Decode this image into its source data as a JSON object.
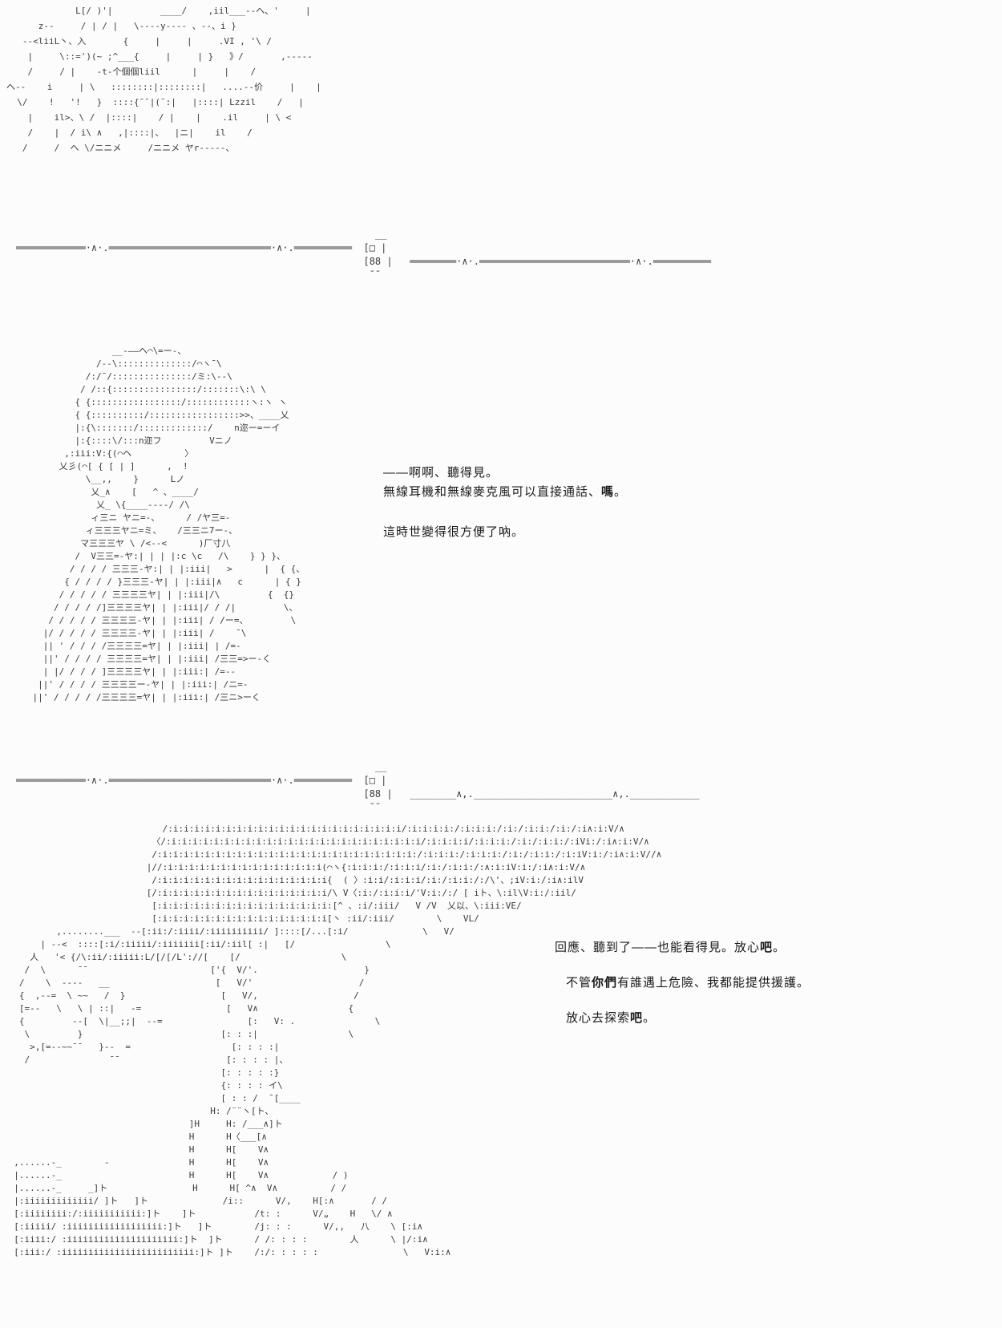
{
  "page": {
    "background": "#fcfcfc",
    "ink": "#3a3a3a",
    "dialogue_ink": "#1a1a1a"
  },
  "ascii": {
    "top_fragment": [
      "             L[/ )'|         ____/    ,iil___--ヘ、'     |",
      "      z--     / | / |   \\----y---- 、--、i }",
      "   --<liiL丶、入       {     |     |     .VI , '\\ /",
      "    |     \\::=')(~ ;^___{     |     | }   》/       ,-----",
      "    /     / |    -t-个個個liil      |     |    /",
      "ヘ--    i     | \\   ::::::::|::::::::|   ....--价     |    |",
      "  \\/    !   '!   }  ::::{¯¯|(¯:|   |::::| Lzzil    /   |",
      "    |    il>、\\ /  |::::|    / |    |    .il     | \\ <",
      "    /    |  / i\\ ∧   ,|::::|、  |ニ|    il    /",
      "   /     /  ヘ \\/ニニメ     /ニニメ ヤr-----、"
    ],
    "divider_top": [
      "                                                              __",
      "════════════·∧·.════════════════════════════·∧·.══════════  [□ |",
      "                                                            [88 |   ════════·∧·.══════════════════════════·∧·.══════════",
      "                                                             ¯¯"
    ],
    "character_one": [
      "                   __-――ヘ⌒\\=ー-、",
      "                /--\\::::::::::::::/⌒ヽ¯\\",
      "              /:/¯/:::::::::::::::/ミ:\\--\\",
      "             / /::{::::::::::::::::/:::::::\\:\\ \\",
      "            { {:::::::::::::::::/::::::::::::ヽ:ヽ ヽ",
      "            { {::::::::::/:::::::::::::::::>>、____乂",
      "            |:{\\:::::::/:::::::::::::/    n迩ー=ーイ",
      "            |:{::::\\/:::n迩フ         Vニノ",
      "          ,:iii:V:{(⌒ヘ          〉",
      "         乂彡(⌒[ { [ | ]      ,  !",
      "              \\__,,    }      Lノ",
      "               乂_∧    [   ^ 、____/",
      "                乂_ \\{____----/ /\\",
      "               ィ三ニ ヤニ=-、     / /ヤ三=-",
      "              ィ三三三ヤニ=ミ、   /三三ニ7ー-、",
      "             マ三三三ヤ \\ /<--<      )厂寸八",
      "            /  V三三=-ヤ:| | | |:c \\c   /\\    } } }、",
      "           / / / / 三三三-ヤ:| | |:iii|   >      |  { {、",
      "          { / / / / }三三三-ヤ| | |:iii|∧   c      | { }",
      "         / / / / / 三三三三ヤ| | |:iii|/\\         {  {}",
      "        / / / / /]三三三三ヤ| | |:iii|/ / /|         \\、",
      "       / / / / / 三三三三-ヤ| | |:iii| / /ー=、        \\",
      "      |/ / / / / 三三三三-ヤ| | |:iii| /    ¯\\",
      "      || ' / / / /三三三三=ヤ| | |:iii| | /=-",
      "      ||' / / / / 三三三三=ヤ| | |:iii| /三三=>ー-く",
      "      | |/ / / / ]三三三三ヤ| | |:iii:| /=--",
      "     ||' / / / / 三三三三ー-ヤ| | |:iii:| /ニ=-",
      "    ||' / / / / /三三三三=ヤ| | |:iii:| /三ニ>ーく"
    ],
    "divider_mid": [
      "                                                              __",
      "════════════·∧·.════════════════════════════·∧·.══════════  [□ |",
      "                                                            [88 |   ________∧,.________________________∧,.____________",
      "                                                             ¯¯"
    ],
    "character_two": [
      "                              /:i:i:i:i:i:i:i:i:i:i:i:i:i:i:i:i:i:i:i:i:i:i/:i:i:i:i:/:i:i:i:/:i:/:i:i:/:i:/:i∧:i:V/∧",
      "                            〈/:i:i:i:i:i:i:i:i:i:i:i:i:i:i:i:i:i:i:i:i:i:i:i:i/:i:i:i:i/:i:i:i:/:i:/:i:i:/:iVi:/:i∧:i:V/∧",
      "                            /:i:i:i:i:i:i:i:i:i:i:i:i:i:i:i:i:i:i:i:i:i:i:i:i:/:i:i:i:/:i:i:i:/:i:/:i:i:/:i:iV:i:/:i∧:i:V//∧",
      "                           |//:i:i:i:i:i:i:i:i:i:i:i:i:i:i:i(⌒ヽ{:i:i:i:/:i:i:i/:i:/:i:i:/:∧:i:iV:i:/:i∧:i:V/∧",
      "                            /:i:i:i:i:i:i:i:i:i:i:i:i:i:i:i:i{  ( 〉:i:i/:i:i:i/:i:/:i:i:/:/\\'、;iV:i:/:i∧:ilV",
      "                           [/:i:i:i:i:i:i:i:i:i:i:i:i:i:i:i:i/\\ V〈:i:/:i:i:i/'V:i:/:/ [ iト、\\:il\\V:i:/:iil/",
      "                            [:i:i:i:i:i:i:i:i:i:i:i:i:i:i:i:i:[^ 、:i/:iii/   V /V  乂以、\\:iii:VE/",
      "                            [:i:i:i:i:i:i:i:i:i:i:i:i:i:i:i:i[丶 :ii/:iii/        \\    VL/",
      "          ,........___  --[:ii:/:iiii/:iiiiiiiiii/ ]::::[/...[:i/              \\   V/",
      "       | --<  ::::[:i/:iiiii/:iiiiiii[:ii/:iil[ :|   [/                 \\",
      "     人   '< {/\\:ii/:iiiii:L/[/[/L'://[    [/                   \\",
      "    /  \\      ¯¯                       ['{  V/'.                    }",
      "   /    \\  ----   __                    [   V/'                    /",
      "   {  ,--=  \\ ~~   /  }                  [   V/,                  /",
      "   [=--   \\   \\ | ::|   -=                [   V∧                 {",
      "   {         --[  \\|__;;|  --=                [:   V: .               \\",
      "    \\         }                          [: : :|                 \\",
      "     >,[=--~~¯¯   }--  =                   [: : : :|",
      "    /               ¯¯                    [: : : : |、",
      "                                         [: : : : :}",
      "                                         {: : : : イ\\",
      "                                         [ : : /  ¯[____",
      "                                       Н: /¨¨ヽ[ト、",
      "                                   ]Н     Н: /___∧]ト",
      "                                   Н      Н〈___[∧",
      "                                   Н      Н[    V∧",
      "  ,......-_        -               Н      Н[    V∧",
      "  |......-_                        Н      Н[    V∧            / )",
      "  |......-_     _]ト                Н      Н[ ^∧  V∧          / /",
      "  |:iiiiiiiiiiiii/ ]ト   ]ト              /i::      V/,    H[:∧       / /",
      "  [:iiiiiiii:/:iiiiiiiiiii:]ト    ]ト           /t: :      V/„    Н   \\/ ∧",
      "  [:iiiii/ :iiiiiiiiiiiiiiiiii:]ト   ]ト        /j: : :      V/,,   八    \\ [:i∧",
      "  [:iiii:/ :iiiiiiiiiiiiiiiiiiiii:]ト  ]ト      / /: : : :        人      \\ |/:i∧",
      "  [:iii:/ :iiiiiiiiiiiiiiiiiiiiiiiii:]ト ]ト    /:/: : : : :                \\   V:i:∧"
    ]
  },
  "dialogue1": {
    "line1": "――啊啊、聽得見。",
    "line2_pre": "無線耳機和無線麥克風可以直接通話、",
    "line2_bold": "嗎",
    "line2_post": "。",
    "line3": "這時世變得很方便了吶。"
  },
  "dialogue2": {
    "line1_pre": "回應、聽到了――也能看得見。放心",
    "line1_bold": "吧",
    "line1_post": "。",
    "line2_pre": "不管",
    "line2_bold": "你們",
    "line2_post": "有誰遇上危險、我都能提供援護。",
    "line3_pre": "放心去探索",
    "line3_bold": "吧",
    "line3_post": "。"
  }
}
